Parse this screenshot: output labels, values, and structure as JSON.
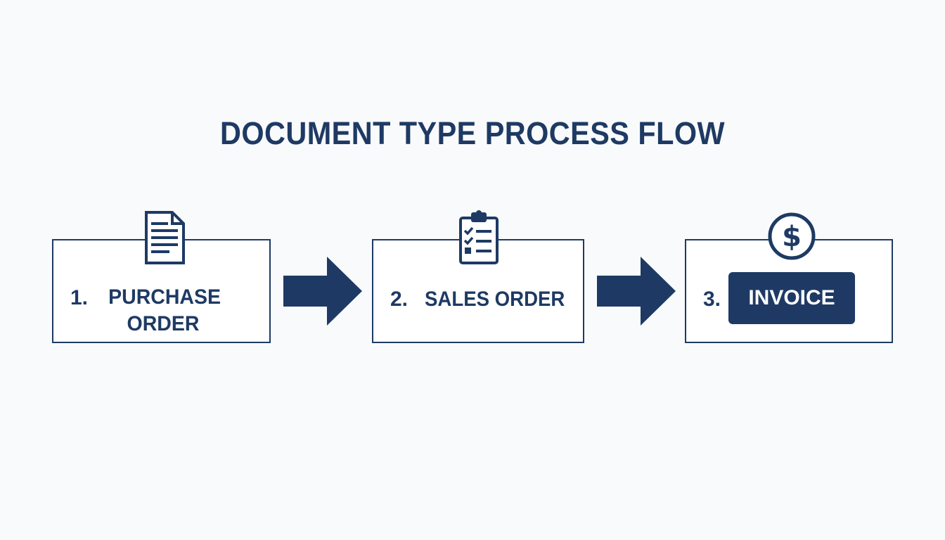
{
  "colors": {
    "primary": "#1e3a64",
    "background": "#f9fafb",
    "box_fill": "#ffffff"
  },
  "title": "DOCUMENT TYPE PROCESS FLOW",
  "steps": [
    {
      "number": "1.",
      "label": "PURCHASE ORDER",
      "icon": "document-icon"
    },
    {
      "number": "2.",
      "label": "SALES ORDER",
      "icon": "clipboard-checklist-icon"
    },
    {
      "number": "3.",
      "label": "INVOICE",
      "icon": "dollar-coin-icon"
    }
  ]
}
